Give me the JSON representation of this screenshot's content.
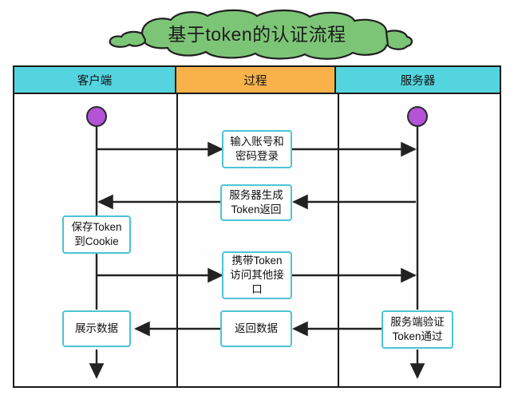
{
  "title": {
    "text": "基于token的认证流程",
    "cloud_fill": "#7cc576",
    "cloud_stroke": "#1f1f1f"
  },
  "colors": {
    "lane_header_cyan": "#54d4de",
    "lane_header_orange": "#f9b24a",
    "box_border_cyan": "#4cc4d4",
    "start_node_purple": "#b452d8",
    "frame_stroke": "#1a1a1a",
    "arrow_stroke": "#222222"
  },
  "columns": [
    {
      "id": "client",
      "label": "客户端",
      "fill": "#54d4de"
    },
    {
      "id": "process",
      "label": "过程",
      "fill": "#f9b24a"
    },
    {
      "id": "server",
      "label": "服务器",
      "fill": "#54d4de"
    }
  ],
  "nodes": {
    "start_client": {
      "label": "",
      "shape": "circle"
    },
    "start_server": {
      "label": "",
      "shape": "circle"
    },
    "p1": {
      "label": "输入账号和\n密码登录"
    },
    "p2": {
      "label": "服务器生成\nToken返回"
    },
    "p3": {
      "label": "携带Token\n访问其他接\n口"
    },
    "p4": {
      "label": "返回数据"
    },
    "c1": {
      "label": "保存Token\n到Cookie"
    },
    "c2": {
      "label": "展示数据"
    },
    "s1": {
      "label": "服务端验证\nToken通过"
    }
  },
  "flow_steps": [
    "客户端 → 输入账号和密码登录 → 服务器",
    "服务器 → 服务器生成Token返回 → 客户端",
    "客户端 → 保存Token到Cookie",
    "客户端 → 携带Token访问其他接口 → 服务器",
    "服务器 → 服务端验证Token通过 → 返回数据 → 展示数据"
  ]
}
